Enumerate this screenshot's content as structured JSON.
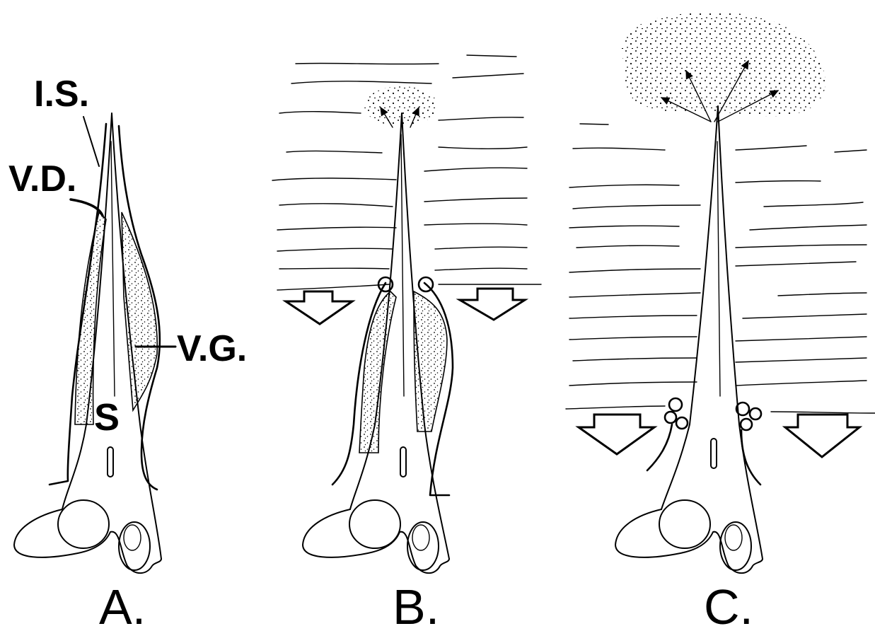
{
  "labels": {
    "is": "I.S.",
    "vd": "V.D.",
    "vg": "V.G.",
    "s": "S"
  },
  "panels": [
    {
      "id": "A",
      "label": "A."
    },
    {
      "id": "B",
      "label": "B."
    },
    {
      "id": "C",
      "label": "C."
    }
  ],
  "colors": {
    "ink": "#000000",
    "background": "#ffffff"
  }
}
